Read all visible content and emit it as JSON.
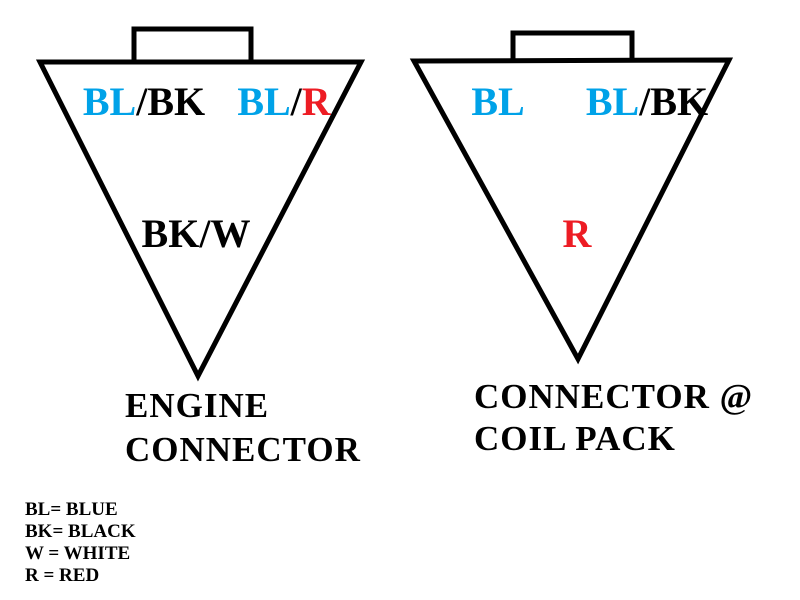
{
  "colors": {
    "blue": "#00A2E8",
    "black": "#000000",
    "red": "#ED1C24"
  },
  "left_connector": {
    "caption": {
      "line1": "ENGINE",
      "line2": "CONNECTOR"
    },
    "pins": [
      {
        "segments": [
          {
            "text": "BL",
            "color": "#00A2E8"
          },
          {
            "text": "/BK",
            "color": "#000000"
          }
        ]
      },
      {
        "segments": [
          {
            "text": "BL",
            "color": "#00A2E8"
          },
          {
            "text": "/",
            "color": "#000000"
          },
          {
            "text": "R",
            "color": "#ED1C24"
          }
        ]
      },
      {
        "segments": [
          {
            "text": "BK/W",
            "color": "#000000"
          }
        ]
      }
    ]
  },
  "right_connector": {
    "caption": {
      "line1": "CONNECTOR @",
      "line2": "COIL PACK"
    },
    "pins": [
      {
        "segments": [
          {
            "text": "BL",
            "color": "#00A2E8"
          }
        ]
      },
      {
        "segments": [
          {
            "text": "BL",
            "color": "#00A2E8"
          },
          {
            "text": "/BK",
            "color": "#000000"
          }
        ]
      },
      {
        "segments": [
          {
            "text": "R",
            "color": "#ED1C24"
          }
        ]
      }
    ]
  },
  "legend": {
    "items": [
      "BL= BLUE",
      "BK= BLACK",
      "W = WHITE",
      "R = RED"
    ]
  }
}
